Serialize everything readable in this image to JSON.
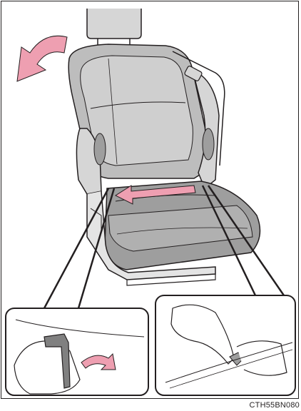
{
  "figure": {
    "code": "CTH55BN080",
    "colors": {
      "outline": "#231f20",
      "seat_light": "#d6d6d6",
      "seat_mid": "#bdbdbd",
      "seat_dark": "#9e9e9e",
      "arrow_pink": "#ee9fb1"
    },
    "callouts": [
      "lever-detail",
      "hand-release-detail"
    ],
    "arrows": [
      "recline-forward-arrow",
      "slide-left-arrow",
      "lever-pull-arrow"
    ]
  }
}
